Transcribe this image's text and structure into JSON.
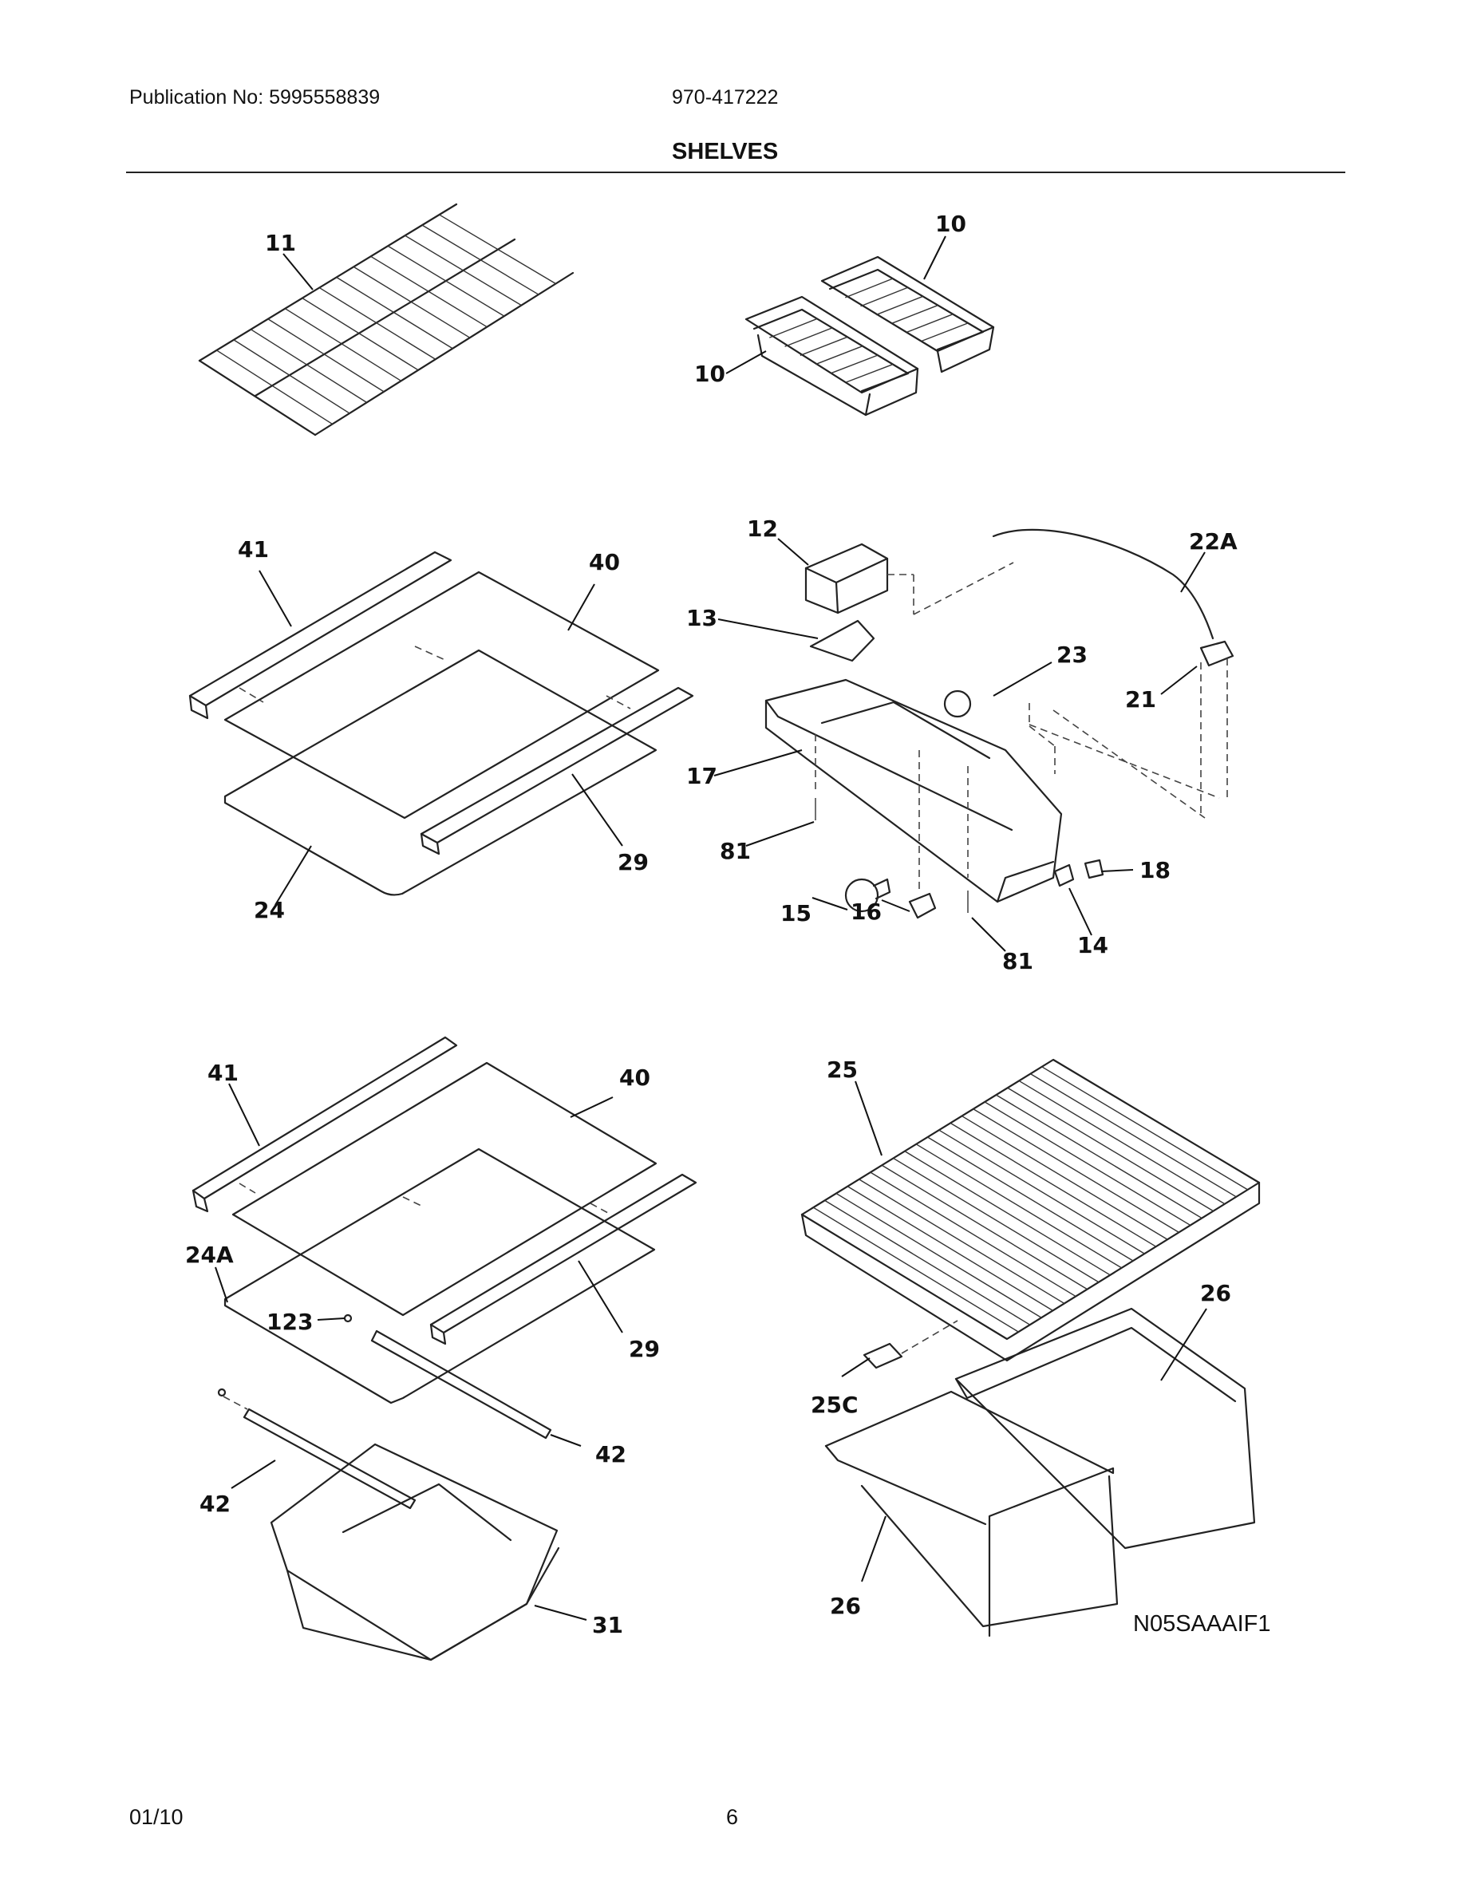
{
  "header": {
    "publication": "Publication No: 5995558839",
    "model": "970-417222",
    "title": "SHELVES"
  },
  "footer": {
    "date": "01/10",
    "page": "6"
  },
  "diagram": {
    "code": "N05SAAAIF1",
    "callouts": [
      "11",
      "10",
      "10",
      "41",
      "40",
      "29",
      "24",
      "12",
      "22A",
      "13",
      "23",
      "21",
      "17",
      "81",
      "18",
      "15",
      "16",
      "81",
      "14",
      "41",
      "40",
      "24A",
      "123",
      "29",
      "42",
      "42",
      "31",
      "25",
      "26",
      "25C",
      "26"
    ]
  }
}
